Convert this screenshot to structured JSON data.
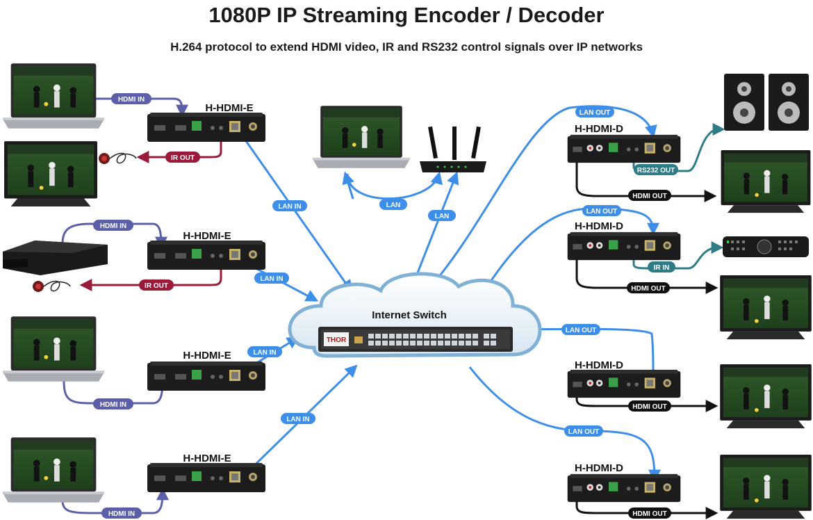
{
  "header": {
    "title": "1080P IP Streaming Encoder / Decoder",
    "subtitle": "H.264 protocol to extend  HDMI video, IR and RS232 control signals over IP networks"
  },
  "cloud": {
    "label": "Internet Switch",
    "brand": "THOR"
  },
  "encoders": [
    {
      "name": "H-HDMI-E"
    },
    {
      "name": "H-HDMI-E"
    },
    {
      "name": "H-HDMI-E"
    },
    {
      "name": "H-HDMI-E"
    }
  ],
  "decoders": [
    {
      "name": "H-HDMI-D"
    },
    {
      "name": "H-HDMI-D"
    },
    {
      "name": "H-HDMI-D"
    },
    {
      "name": "H-HDMI-D"
    }
  ],
  "tags": {
    "hdmi_in": "HDMI IN",
    "ir_out": "IR OUT",
    "lan_in": "LAN IN",
    "lan_out": "LAN OUT",
    "hdmi_out": "HDMI OUT",
    "rs232_out": "RS232 OUT",
    "ir_in": "IR IN",
    "lan": "LAN"
  },
  "colors": {
    "hdmi_purple": "#5b5fa8",
    "ir_red": "#9a1a3a",
    "lan_blue": "#3d8ee8",
    "rs232_teal": "#2f7c86",
    "black": "#111111"
  },
  "icons": [
    "laptop-icon",
    "tv-icon",
    "bluray-player-icon",
    "ir-emitter-icon",
    "router-icon",
    "speakers-icon",
    "remote-control-icon",
    "network-switch-icon",
    "cloud-icon"
  ]
}
